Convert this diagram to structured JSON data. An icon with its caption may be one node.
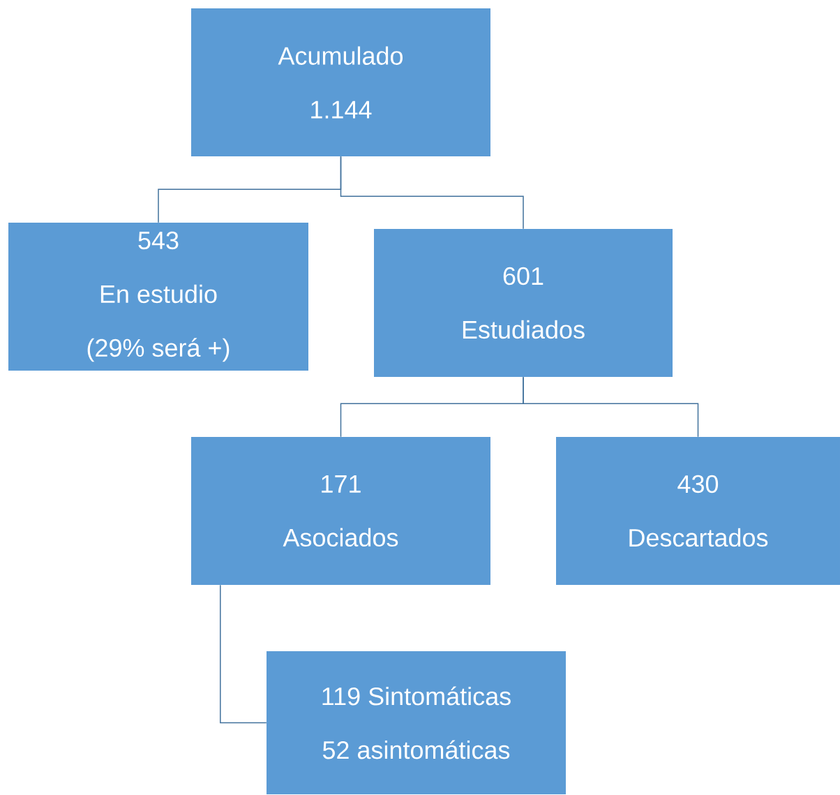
{
  "diagram": {
    "nodes": [
      {
        "text": [
          "Acumulado",
          "1.144"
        ]
      },
      {
        "text": [
          "543",
          "En estudio",
          "(29% será +)"
        ]
      },
      {
        "text": [
          "601",
          "Estudiados"
        ]
      },
      {
        "text": [
          "171",
          "Asociados"
        ]
      },
      {
        "text": [
          "430",
          "Descartados"
        ]
      },
      {
        "text": [
          "119 Sintomáticas",
          "52 asintomáticas"
        ]
      }
    ],
    "edges": [
      {
        "from": 0,
        "to": 1,
        "arrow": "none"
      },
      {
        "from": 0,
        "to": 2,
        "arrow": "none"
      },
      {
        "from": 2,
        "to": 3,
        "arrow": "none"
      },
      {
        "from": 2,
        "to": 4,
        "arrow": "none"
      },
      {
        "from": 3,
        "to": 5,
        "arrow": "none"
      }
    ]
  }
}
